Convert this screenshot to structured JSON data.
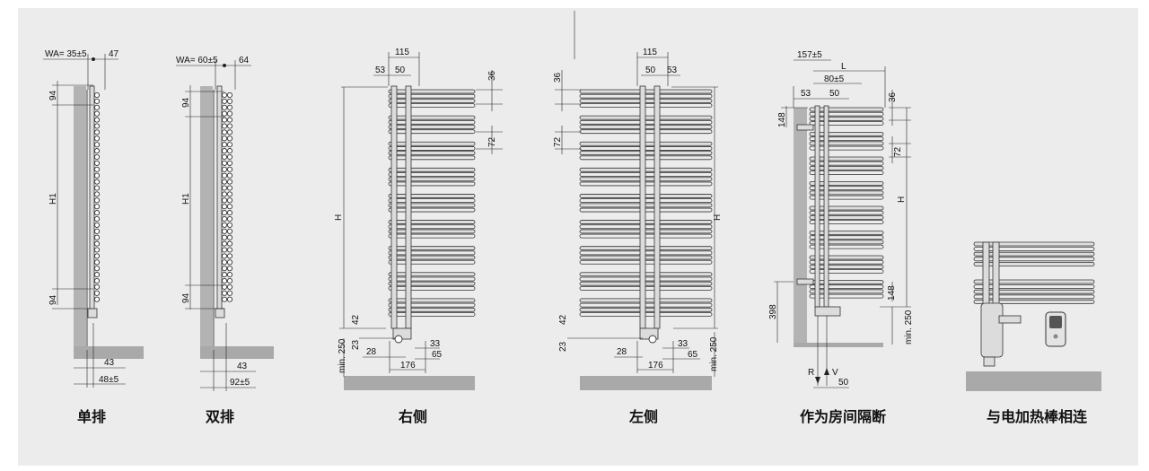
{
  "views": [
    {
      "label": "单排"
    },
    {
      "label": "双排"
    },
    {
      "label": "右侧"
    },
    {
      "label": "左侧"
    },
    {
      "label": "作为房间隔断"
    },
    {
      "label": "与电加热棒相连"
    }
  ],
  "dims": {
    "v1_wa": "WA= 35±5",
    "v1_47": "47",
    "v1_94a": "94",
    "v1_h1": "H1",
    "v1_94b": "94",
    "v1_43": "43",
    "v1_48": "48±5",
    "v2_wa": "WA= 60±5",
    "v2_64": "64",
    "v2_94a": "94",
    "v2_h1": "H1",
    "v2_94b": "94",
    "v2_43": "43",
    "v2_92": "92±5",
    "v3_115": "115",
    "v3_53": "53",
    "v3_50": "50",
    "v3_36": "36",
    "v3_72": "72",
    "v3_h": "H",
    "v3_42": "42",
    "v3_23": "23",
    "v3_min250": "min. 250",
    "v3_28": "28",
    "v3_33": "33",
    "v3_65": "65",
    "v3_176": "176",
    "v4_115": "115",
    "v4_50": "50",
    "v4_53": "53",
    "v4_36": "36",
    "v4_72": "72",
    "v4_h": "H",
    "v4_42": "42",
    "v4_23": "23",
    "v4_min250": "min. 250",
    "v4_28": "28",
    "v4_33": "33",
    "v4_65": "65",
    "v4_176": "176",
    "v5_157": "157±5",
    "v5_l": "L",
    "v5_80": "80±5",
    "v5_53": "53",
    "v5_50": "50",
    "v5_36": "36",
    "v5_148a": "148",
    "v5_72": "72",
    "v5_h": "H",
    "v5_148b": "148",
    "v5_398": "398",
    "v5_min250": "min. 250",
    "v5_r": "R",
    "v5_v": "V",
    "v5_50b": "50"
  }
}
